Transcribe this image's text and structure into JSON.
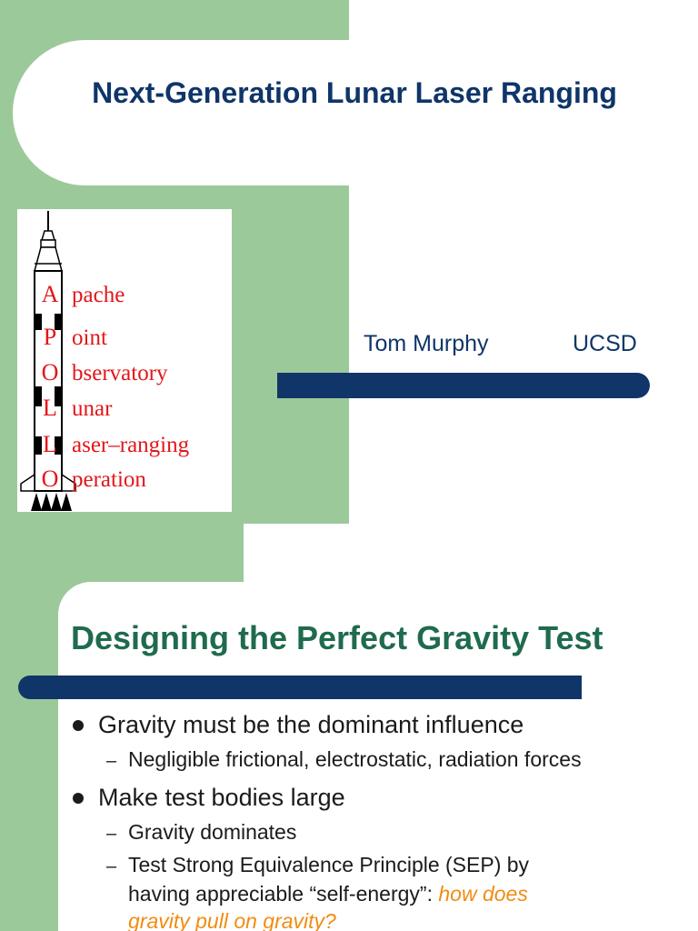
{
  "slide1": {
    "title": "Next-Generation Lunar Laser Ranging",
    "logo": {
      "rows": [
        {
          "letter": "A",
          "word": "pache"
        },
        {
          "letter": "P",
          "word": "oint"
        },
        {
          "letter": "O",
          "word": "bservatory"
        },
        {
          "letter": "L",
          "word": "unar"
        },
        {
          "letter": "L",
          "word": "aser–ranging"
        },
        {
          "letter": "O",
          "word": "peration"
        }
      ]
    },
    "author": "Tom Murphy",
    "affiliation": "UCSD"
  },
  "slide2": {
    "title": "Designing the Perfect Gravity Test",
    "bullets": [
      {
        "text": "Gravity must be the dominant influence",
        "subs": [
          "Negligible frictional, electrostatic, radiation forces"
        ]
      },
      {
        "text": "Make test bodies large",
        "subs": [
          "Gravity dominates"
        ]
      }
    ],
    "sep_line1": "Test Strong Equivalence Principle (SEP) by",
    "sep_line2_plain": "having appreciable “self-energy”: ",
    "sep_line2_emph": "how does",
    "sep_line3_emph": "gravity pull on gravity?"
  },
  "colors": {
    "green": "#9cc99a",
    "navy": "#0f3569",
    "title_green": "#1f6b4d",
    "acronym_red": "#e3161a",
    "emphasis_orange": "#f08c12"
  }
}
